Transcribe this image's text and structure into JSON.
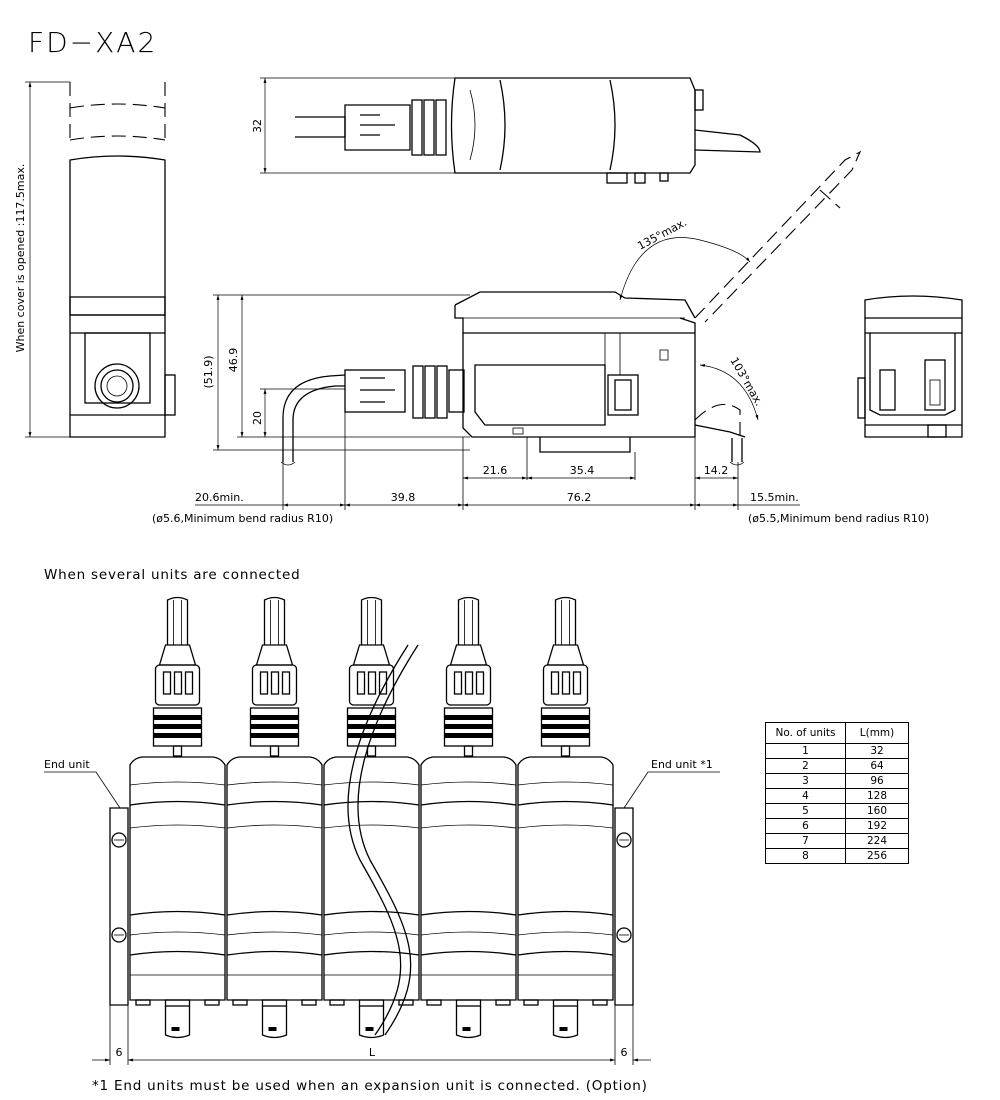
{
  "title": "FD−XA2",
  "front_view": {
    "cover_note": "When cover is opened :117.5max."
  },
  "top_view": {
    "dim_height": "32"
  },
  "side_view": {
    "dim_total": "(51.9)",
    "dim_body": "46.9",
    "dim_low": "20",
    "angle_cover": "135°max.",
    "angle_latch": "103°max.",
    "dim_a": "21.6",
    "dim_b": "35.4",
    "dim_c": "14.2",
    "dim_left_min": "20.6min.",
    "dim_cable_left": "39.8",
    "dim_width": "76.2",
    "dim_right_min": "15.5min.",
    "note_left": "(ø5.6,Minimum bend radius R10)",
    "note_right": "(ø5.5,Minimum bend radius R10)"
  },
  "assembly": {
    "heading": "When several units are connected",
    "end_unit_left": "End unit",
    "end_unit_right": "End unit *1",
    "dim_side_left": "6",
    "dim_side_right": "6",
    "dim_length": "L",
    "footnote": "*1 End units must be used when an expansion unit is connected. (Option)"
  },
  "units_table": {
    "headers": [
      "No. of units",
      "L(mm)"
    ],
    "rows": [
      [
        "1",
        "32"
      ],
      [
        "2",
        "64"
      ],
      [
        "3",
        "96"
      ],
      [
        "4",
        "128"
      ],
      [
        "5",
        "160"
      ],
      [
        "6",
        "192"
      ],
      [
        "7",
        "224"
      ],
      [
        "8",
        "256"
      ]
    ]
  }
}
